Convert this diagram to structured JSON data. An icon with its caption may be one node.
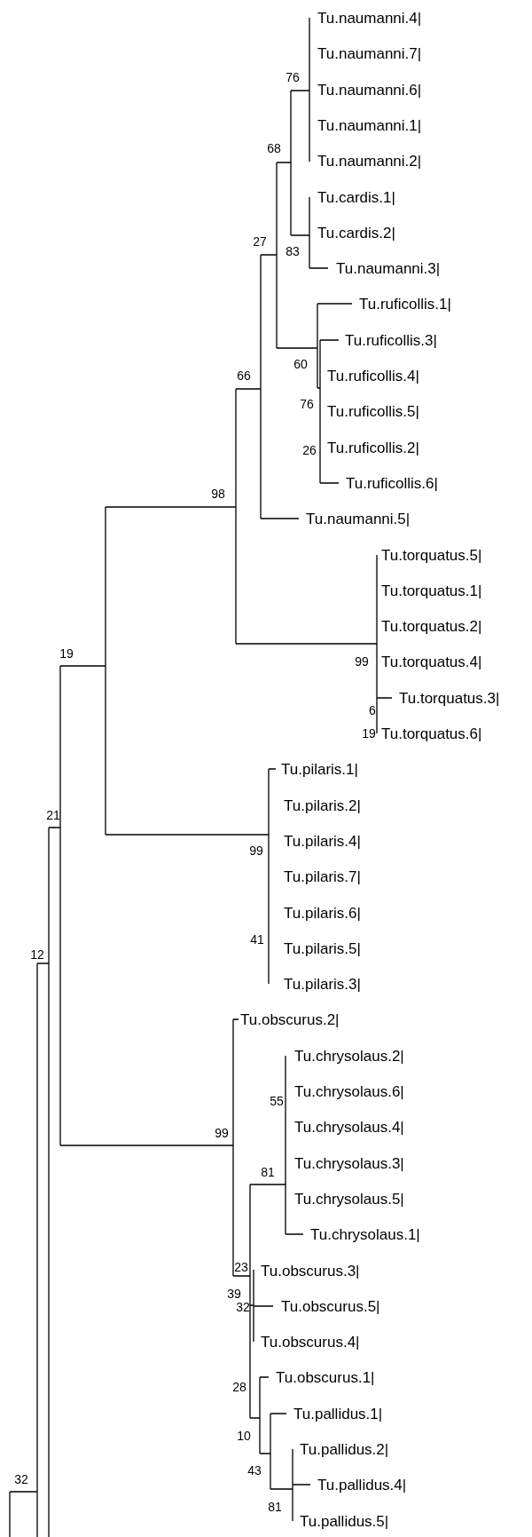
{
  "diagram": {
    "labels": [
      "Tu.naumanni.4|",
      "Tu.naumanni.7|",
      "76",
      "Tu.naumanni.6|",
      "Tu.naumanni.1|",
      "68",
      "Tu.naumanni.2|",
      "Tu.cardis.1|",
      "Tu.cardis.2|",
      "27",
      "83",
      "Tu.naumanni.3|",
      "Tu.ruficollis.1|",
      "Tu.ruficollis.3|",
      "60",
      "66",
      "Tu.ruficollis.4|",
      "76",
      "Tu.ruficollis.5|",
      "Tu.ruficollis.2|",
      "26",
      "Tu.ruficollis.6|",
      "98",
      "Tu.naumanni.5|",
      "Tu.torquatus.5|",
      "Tu.torquatus.1|",
      "Tu.torquatus.2|",
      "19",
      "99",
      "Tu.torquatus.4|",
      "Tu.torquatus.3|",
      "6",
      "19",
      "Tu.torquatus.6|",
      "Tu.pilaris.1|",
      "Tu.pilaris.2|",
      "21",
      "Tu.pilaris.4|",
      "99",
      "Tu.pilaris.7|",
      "Tu.pilaris.6|",
      "41",
      "Tu.pilaris.5|",
      "12",
      "Tu.pilaris.3|",
      "Tu.obscurus.2|",
      "Tu.chrysolaus.2|",
      "Tu.chrysolaus.6|",
      "55",
      "Tu.chrysolaus.4|",
      "99",
      "Tu.chrysolaus.3|",
      "81",
      "Tu.chrysolaus.5|",
      "Tu.chrysolaus.1|",
      "Tu.obscurus.3|",
      "23",
      "39",
      "32",
      "Tu.obscurus.5|",
      "Tu.obscurus.4|",
      "Tu.obscurus.1|",
      "28",
      "Tu.pallidus.1|",
      "10",
      "Tu.pallidus.2|",
      "43",
      "32",
      "Tu.pallidus.4|",
      "81",
      "Tu.pallidus.5|"
    ]
  }
}
